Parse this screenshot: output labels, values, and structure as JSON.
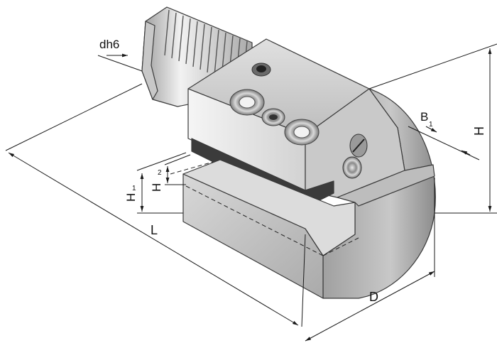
{
  "labels": {
    "dh6": "dh6",
    "L": "L",
    "H": "H",
    "D": "D",
    "B1_main": "B",
    "B1_sub": "1",
    "H1_main": "H",
    "H1_sub": "1",
    "H2_main": "H",
    "H2_sub": "2"
  }
}
